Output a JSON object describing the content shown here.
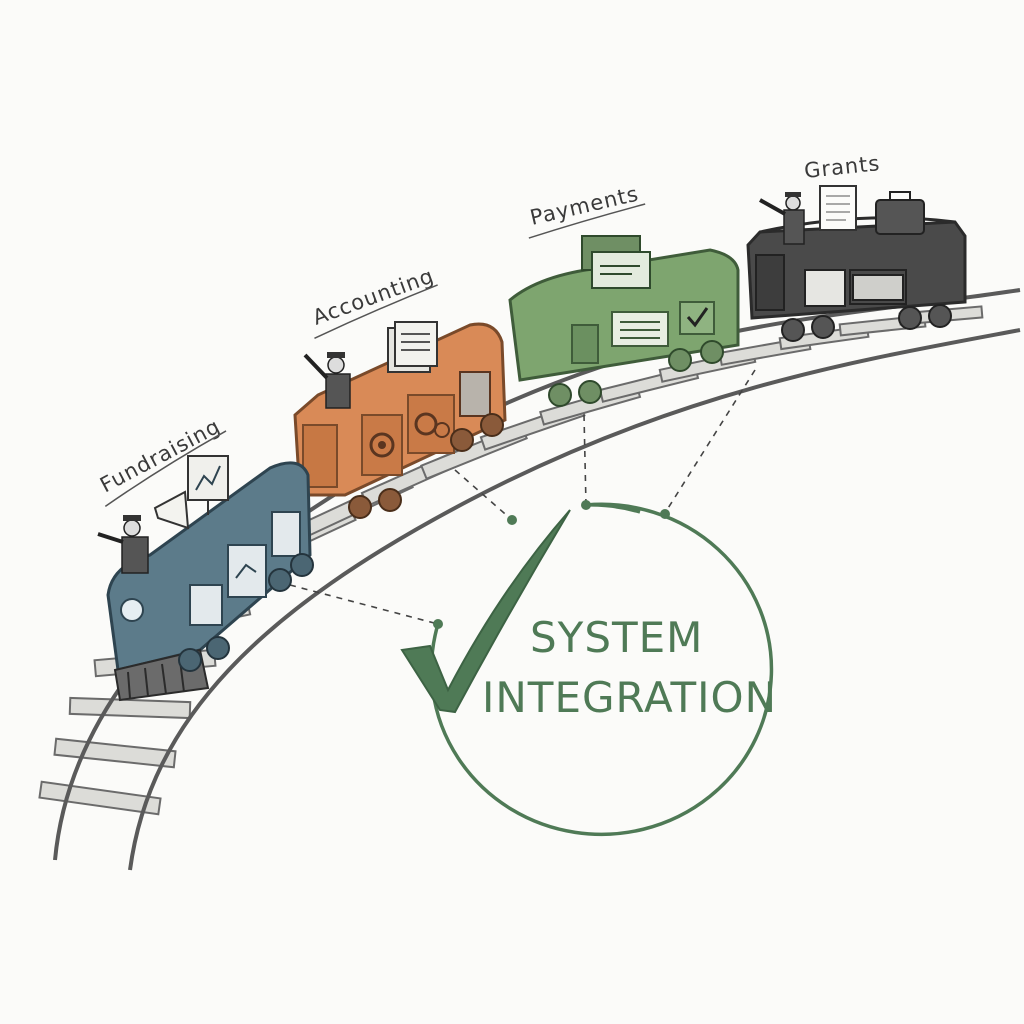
{
  "train": {
    "cars": [
      {
        "label": "Fundraising",
        "color": "#5c7b8a"
      },
      {
        "label": "Accounting",
        "color": "#d98a57"
      },
      {
        "label": "Payments",
        "color": "#7ea56f"
      },
      {
        "label": "Grants",
        "color": "#4a4a4a"
      }
    ]
  },
  "integration": {
    "line1": "SYSTEM",
    "line2": "INTEGRATION",
    "accent_color": "#4f7a56"
  }
}
